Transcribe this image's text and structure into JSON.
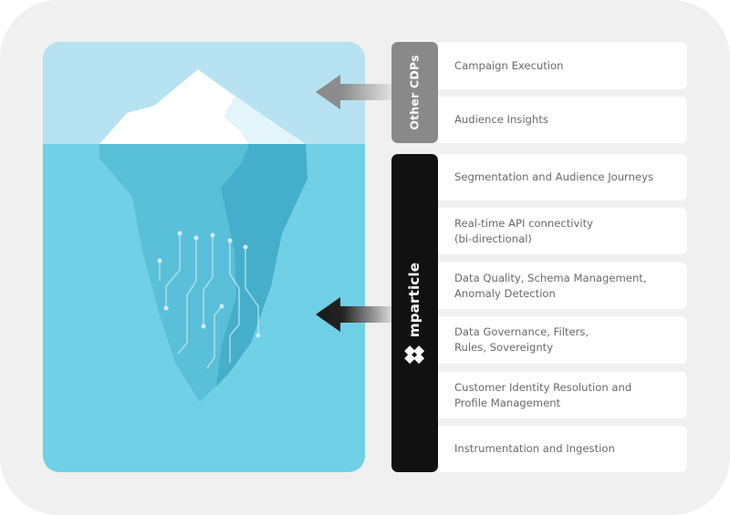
{
  "diagram": {
    "other_cdps_label": "Other CDPs",
    "mparticle_label": "mparticle",
    "other_cdps_items": [
      "Campaign Execution",
      "Audience Insights"
    ],
    "mparticle_items": [
      "Segmentation and Audience Journeys",
      "Real-time API connectivity (bi-directional)",
      "Data Quality, Schema Management, Anomaly Detection",
      "Data Governance, Filters, Rules, Sovereignty",
      "Customer Identity Resolution and Profile Management",
      "Instrumentation and Ingestion"
    ]
  },
  "colors": {
    "background": "#f0f0f0",
    "sky": "#b6e2f1",
    "water": "#70d0e6",
    "other_bar": "#898989",
    "mparticle_bar": "#111111",
    "card_text": "#6a6a6a"
  },
  "icons": {
    "mparticle_logo": "mparticle-logo-icon",
    "arrow_other": "arrow-left-icon",
    "arrow_mparticle": "arrow-left-icon"
  }
}
